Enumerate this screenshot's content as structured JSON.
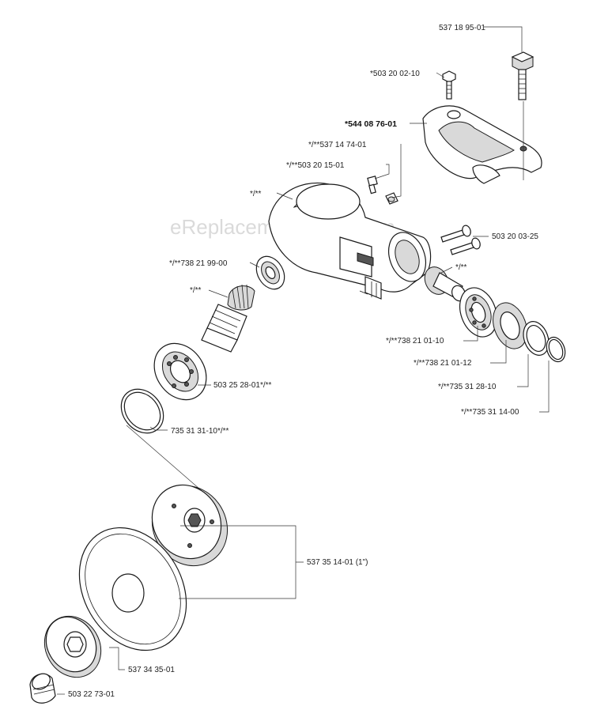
{
  "watermark": "eReplacementParts.com",
  "labels": {
    "p537_18_95_01": "537 18 95-01",
    "p503_20_02_10": "*503 20 02-10",
    "p544_08_76_01": "*544 08 76-01",
    "p537_14_74_01": "*/**537 14 74-01",
    "p503_20_15_01": "*/**503 20 15-01",
    "p_star_top": "*/**",
    "p503_20_03_25": "503 20 03-25",
    "p738_21_99_00": "*/**738 21 99-00",
    "p_star_right": "*/**",
    "p_star_left": "*/**",
    "p738_21_01_10": "*/**738 21 01-10",
    "p738_21_01_12": "*/**738 21 01-12",
    "p735_31_28_10": "*/**735 31 28-10",
    "p735_31_14_00": "*/**735 31 14-00",
    "p503_25_28_01": "503 25 28-01*/**",
    "p735_31_31_10": "735 31 31-10*/**",
    "p537_35_14_01": "537 35 14-01 (1\")",
    "p537_34_35_01": "537 34 35-01",
    "p503_22_73_01": "503 22 73-01"
  }
}
